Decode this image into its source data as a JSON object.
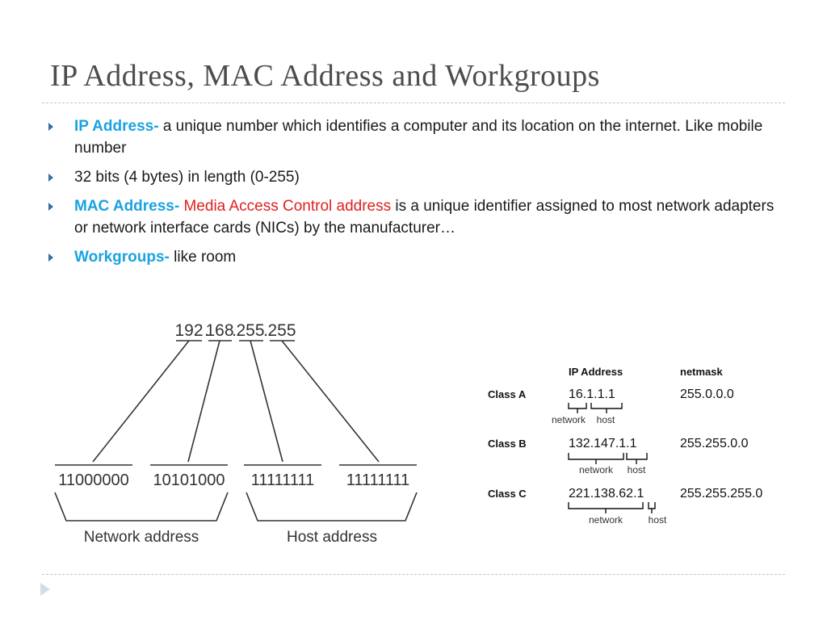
{
  "slide": {
    "title": "IP Address, MAC Address and Workgroups"
  },
  "bullets": [
    {
      "term": "IP Address-",
      "text": " a unique number which identifies a computer and its location on the internet. Like mobile number"
    },
    {
      "text": "32 bits (4 bytes) in length (0-255)"
    },
    {
      "term": "MAC Address-",
      "highlight": "Media Access Control address",
      "text": " is a unique identifier assigned to most network adapters or network interface cards (NICs) by the manufacturer…"
    },
    {
      "term": "Workgroups-",
      "text": " like room"
    }
  ],
  "ip_diagram": {
    "octets": [
      "192",
      "168",
      "255",
      "255"
    ],
    "dot": ".",
    "binary": [
      "11000000",
      "10101000",
      "11111111",
      "11111111"
    ],
    "network_label": "Network address",
    "host_label": "Host address"
  },
  "class_table": {
    "header_ip": "IP Address",
    "header_netmask": "netmask",
    "rows": [
      {
        "class": "Class A",
        "ip": "16.1.1.1",
        "netmask": "255.0.0.0",
        "network": "network",
        "host": "host"
      },
      {
        "class": "Class B",
        "ip": "132.147.1.1",
        "netmask": "255.255.0.0",
        "network": "network",
        "host": "host"
      },
      {
        "class": "Class C",
        "ip": "221.138.62.1",
        "netmask": "255.255.255.0",
        "network": "network",
        "host": "host"
      }
    ]
  },
  "colors": {
    "term": "#1aa3e0",
    "highlight": "#e02020",
    "title": "#4d4d4d",
    "bullet_marker": "#3a6ea5"
  }
}
